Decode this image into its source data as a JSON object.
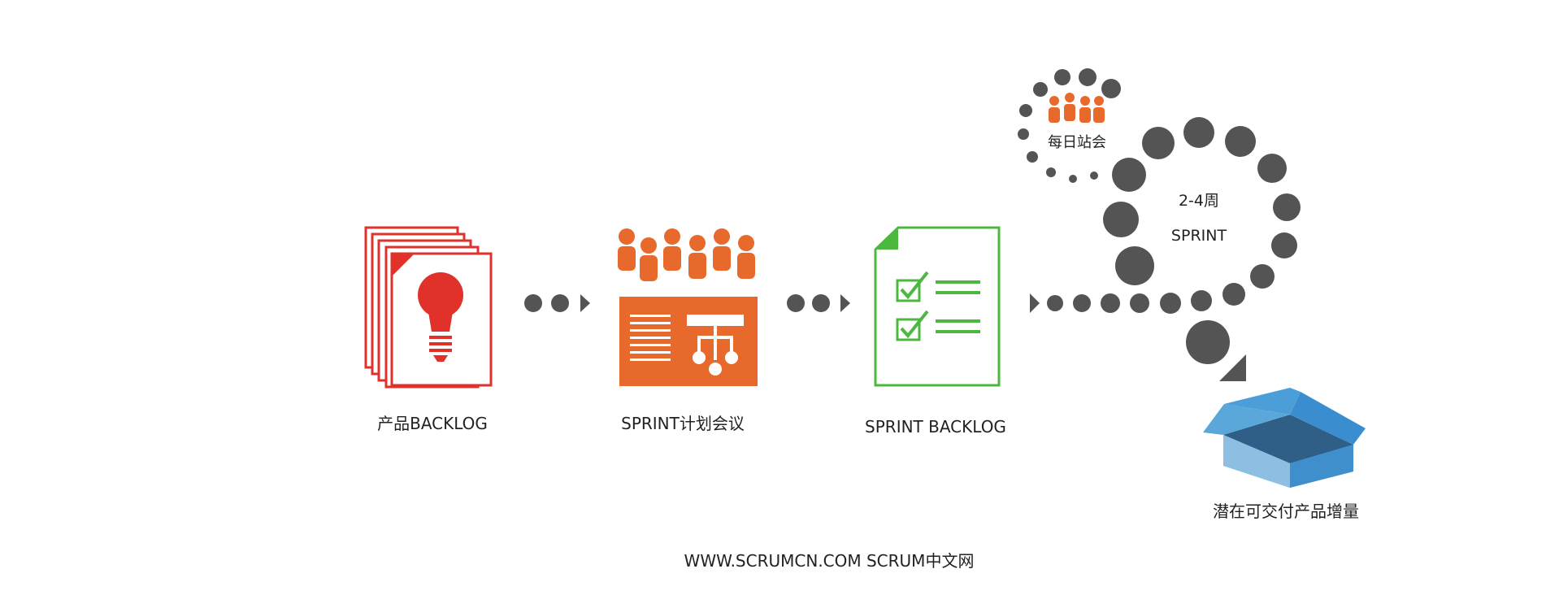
{
  "colors": {
    "red": "#e0312b",
    "orange": "#e8692c",
    "green": "#4db83f",
    "gray": "#545454",
    "box_light": "#7fb6de",
    "box_dark": "#3a8ecf",
    "text": "#222222"
  },
  "stages": [
    {
      "id": "product-backlog",
      "label": "产品BACKLOG",
      "icon": "lightbulb-documents-icon"
    },
    {
      "id": "sprint-planning",
      "label": "SPRINT计划会议",
      "icon": "planning-meeting-icon"
    },
    {
      "id": "sprint-backlog",
      "label": "SPRINT BACKLOG",
      "icon": "checklist-document-icon"
    },
    {
      "id": "increment",
      "label": "潜在可交付产品增量",
      "icon": "open-box-icon"
    }
  ],
  "daily_standup": {
    "label": "每日站会",
    "icon": "team-icon"
  },
  "sprint_loop": {
    "duration": "2-4周",
    "label": "SPRINT"
  },
  "footer": "WWW.SCRUMCN.COM SCRUM中文网"
}
